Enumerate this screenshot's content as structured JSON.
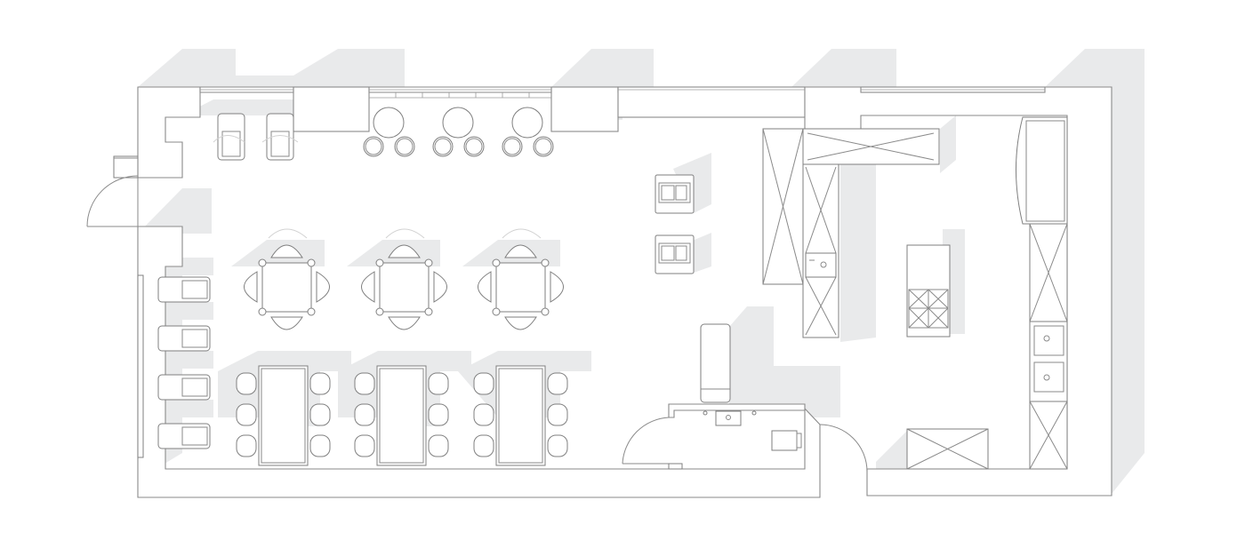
{
  "drawing": {
    "type": "floor plan",
    "colors": {
      "background": "#ffffff",
      "line": "#8a8a8a",
      "shadow": "#e9eaeb"
    }
  },
  "dining": {
    "bar_stools": 6,
    "armchairs_by_window": 2,
    "square_tables": 3,
    "long_tables": 3,
    "wall_armchairs": 4
  },
  "kitchen": {
    "cooktop_burners": 4,
    "sinks": 3
  }
}
